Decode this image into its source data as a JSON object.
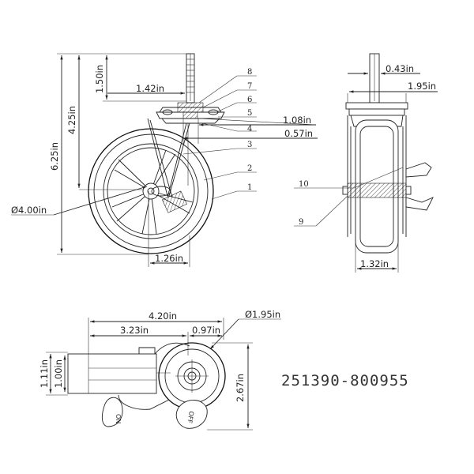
{
  "side_view": {
    "dimensions": {
      "overall_height": "6.25in",
      "stem_to_axle": "4.25in",
      "stem_length": "1.50in",
      "plate_width": "1.42in",
      "thread": "1.08in",
      "swivel": "0.57in",
      "wheel_diameter": "Ø4.00in",
      "offset": "1.26in"
    },
    "callouts": [
      "1",
      "2",
      "3",
      "4",
      "5",
      "6",
      "7",
      "8"
    ]
  },
  "front_view": {
    "dimensions": {
      "stem_dia": "0.43in",
      "plate_width": "1.95in",
      "wheel_width": "1.32in"
    },
    "callouts": [
      "10",
      "9"
    ]
  },
  "top_view": {
    "dimensions": {
      "overall_length": "4.20in",
      "body_length": "3.23in",
      "hub_offset": "0.97in",
      "plate_dia": "Ø1.95in",
      "height_outer": "1.11in",
      "height_inner": "1.00in",
      "width": "2.67in"
    },
    "brake_labels": {
      "on": "ON",
      "off": "OFF"
    }
  },
  "part_number": "251390-800955"
}
